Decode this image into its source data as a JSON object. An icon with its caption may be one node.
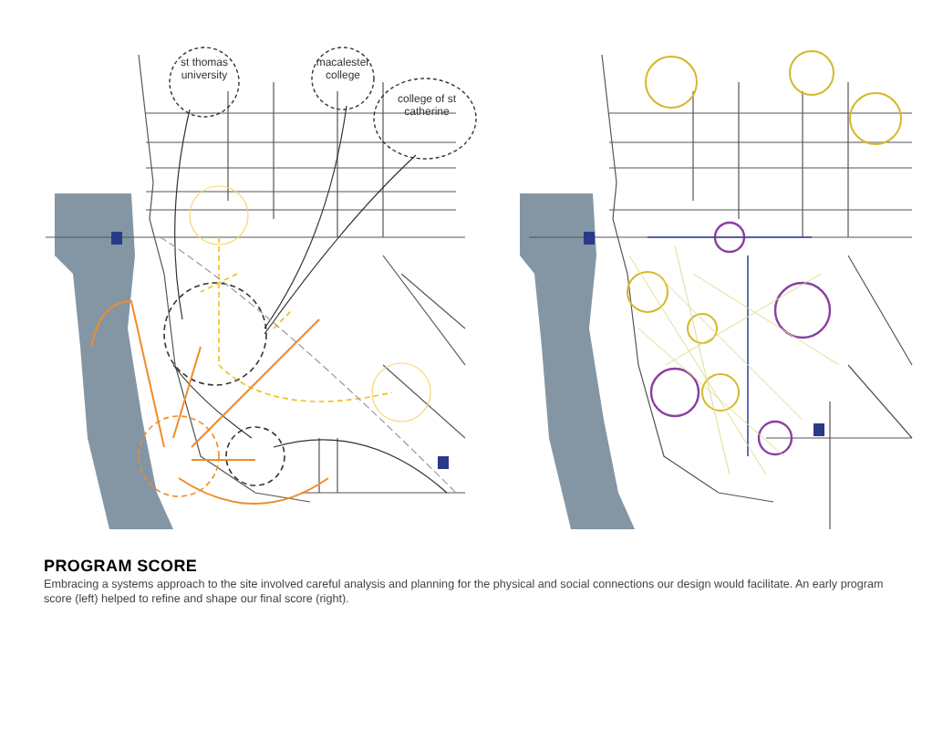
{
  "diagram": {
    "title": "PROGRAM SCORE",
    "caption": "Embracing a systems approach to the site involved careful analysis and planning for the physical and social connections our design would facilitate.  An early program score (left) helped to refine and shape our final score (right).",
    "labels": [
      "st thomas university",
      "macalester college",
      "college of st catherine"
    ]
  }
}
